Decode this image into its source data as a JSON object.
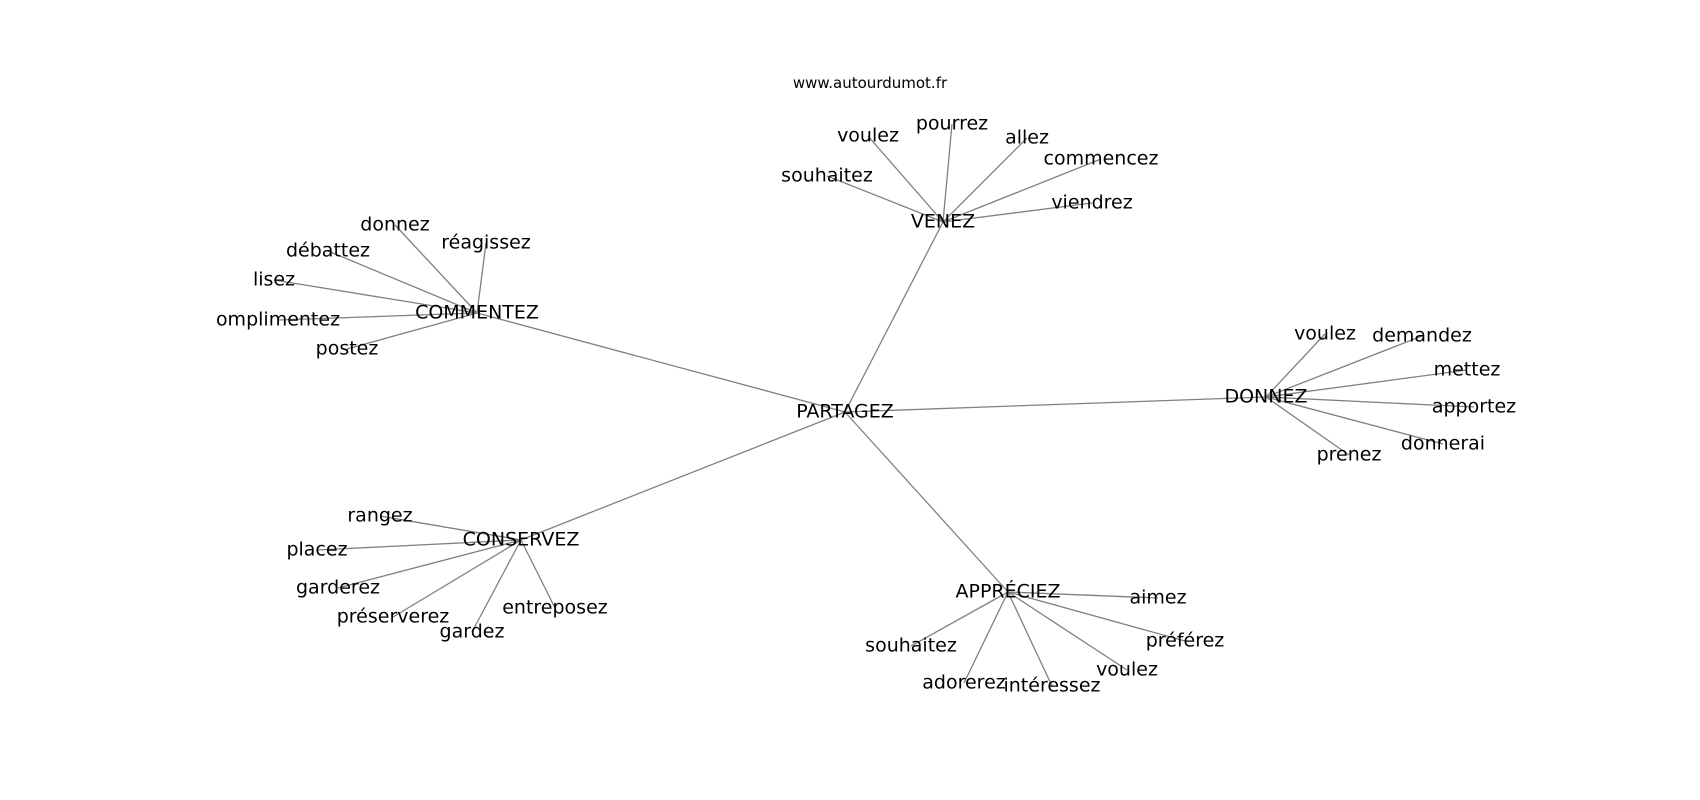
{
  "source_label": "www.autourdumot.fr",
  "colors": {
    "edge": "#808080",
    "text": "#000000",
    "background": "#ffffff"
  },
  "graph": {
    "center": {
      "id": "partagez",
      "label": "PARTAGEZ"
    },
    "hubs": [
      {
        "id": "commentez",
        "label": "COMMENTEZ",
        "leaves": [
          {
            "id": "commentez-donnez",
            "label": "donnez"
          },
          {
            "id": "commentez-reagissez",
            "label": "réagissez"
          },
          {
            "id": "commentez-debattez",
            "label": "débattez"
          },
          {
            "id": "commentez-lisez",
            "label": "lisez"
          },
          {
            "id": "commentez-complimentez",
            "label": "omplimentez"
          },
          {
            "id": "commentez-postez",
            "label": "postez"
          }
        ]
      },
      {
        "id": "venez",
        "label": "VENEZ",
        "leaves": [
          {
            "id": "venez-voulez",
            "label": "voulez"
          },
          {
            "id": "venez-pourrez",
            "label": "pourrez"
          },
          {
            "id": "venez-allez",
            "label": "allez"
          },
          {
            "id": "venez-commencez",
            "label": "commencez"
          },
          {
            "id": "venez-souhaitez",
            "label": "souhaitez"
          },
          {
            "id": "venez-viendrez",
            "label": "viendrez"
          }
        ]
      },
      {
        "id": "donnez",
        "label": "DONNEZ",
        "leaves": [
          {
            "id": "donnez-voulez",
            "label": "voulez"
          },
          {
            "id": "donnez-demandez",
            "label": "demandez"
          },
          {
            "id": "donnez-mettez",
            "label": "mettez"
          },
          {
            "id": "donnez-apportez",
            "label": "apportez"
          },
          {
            "id": "donnez-donnerai",
            "label": "donnerai"
          },
          {
            "id": "donnez-prenez",
            "label": "prenez"
          }
        ]
      },
      {
        "id": "conservez",
        "label": "CONSERVEZ",
        "leaves": [
          {
            "id": "conservez-rangez",
            "label": "rangez"
          },
          {
            "id": "conservez-placez",
            "label": "placez"
          },
          {
            "id": "conservez-garderez",
            "label": "garderez"
          },
          {
            "id": "conservez-preserverez",
            "label": "préserverez"
          },
          {
            "id": "conservez-gardez",
            "label": "gardez"
          },
          {
            "id": "conservez-entreposez",
            "label": "entreposez"
          }
        ]
      },
      {
        "id": "appreciez",
        "label": "APPRÉCIEZ",
        "leaves": [
          {
            "id": "appreciez-aimez",
            "label": "aimez"
          },
          {
            "id": "appreciez-preferez",
            "label": "préférez"
          },
          {
            "id": "appreciez-voulez",
            "label": "voulez"
          },
          {
            "id": "appreciez-interessez",
            "label": "intéressez"
          },
          {
            "id": "appreciez-adorerez",
            "label": "adorerez"
          },
          {
            "id": "appreciez-souhaitez",
            "label": "souhaitez"
          }
        ]
      }
    ]
  }
}
